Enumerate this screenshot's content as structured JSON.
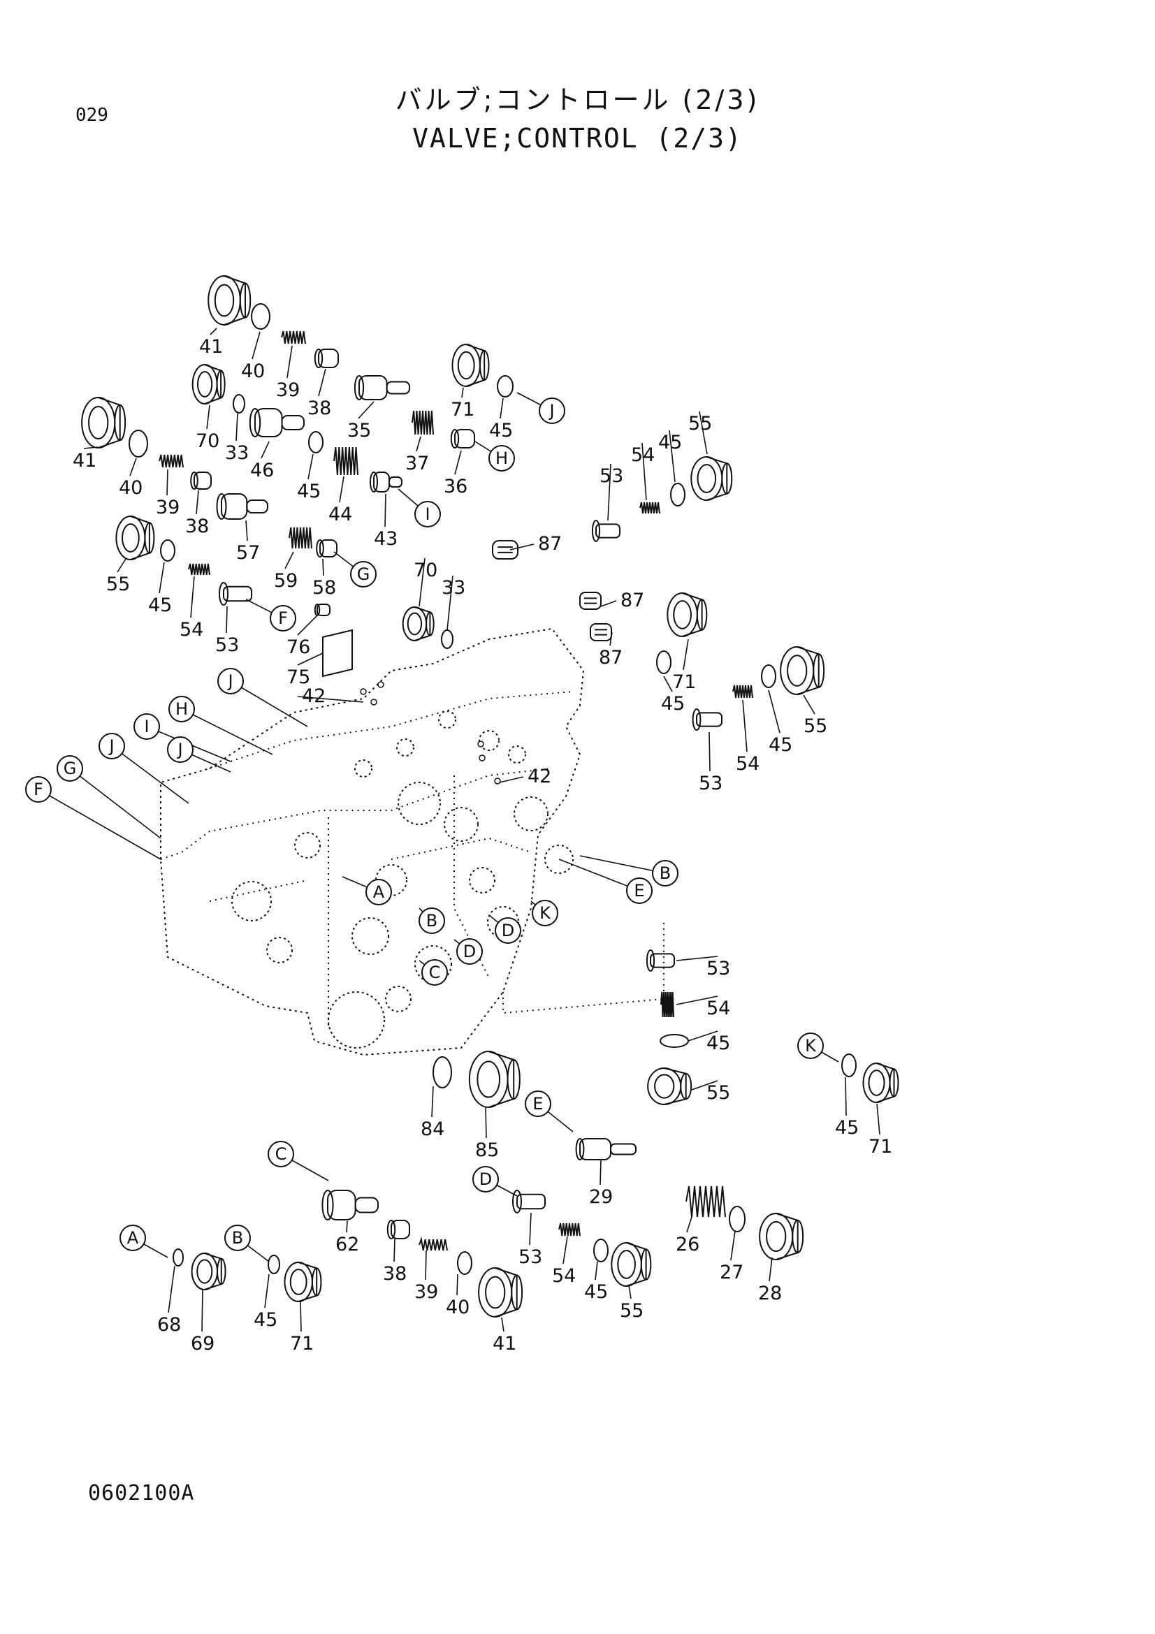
{
  "page_number": "029",
  "title_jp": "バルブ;コントロール (2/3)",
  "title_en": "VALVE;CONTROL (2/3)",
  "drawing_code": "0602100A",
  "part_labels": [
    {
      "id": "p41a",
      "text": "41"
    },
    {
      "id": "p40a",
      "text": "40"
    },
    {
      "id": "p39a",
      "text": "39"
    },
    {
      "id": "p38a",
      "text": "38"
    },
    {
      "id": "p35",
      "text": "35"
    },
    {
      "id": "p71a",
      "text": "71"
    },
    {
      "id": "p45a",
      "text": "45"
    },
    {
      "id": "p70a",
      "text": "70"
    },
    {
      "id": "p33a",
      "text": "33"
    },
    {
      "id": "p46",
      "text": "46"
    },
    {
      "id": "p45b",
      "text": "45"
    },
    {
      "id": "p37",
      "text": "37"
    },
    {
      "id": "p36",
      "text": "36"
    },
    {
      "id": "p41b",
      "text": "41"
    },
    {
      "id": "p40b",
      "text": "40"
    },
    {
      "id": "p39b",
      "text": "39"
    },
    {
      "id": "p38b",
      "text": "38"
    },
    {
      "id": "p57",
      "text": "57"
    },
    {
      "id": "p44",
      "text": "44"
    },
    {
      "id": "p43",
      "text": "43"
    },
    {
      "id": "p59",
      "text": "59"
    },
    {
      "id": "p58",
      "text": "58"
    },
    {
      "id": "p55a",
      "text": "55"
    },
    {
      "id": "p45c",
      "text": "45"
    },
    {
      "id": "p54a",
      "text": "54"
    },
    {
      "id": "p53a",
      "text": "53"
    },
    {
      "id": "p76",
      "text": "76"
    },
    {
      "id": "p75",
      "text": "75"
    },
    {
      "id": "p53b",
      "text": "53"
    },
    {
      "id": "p54b",
      "text": "54"
    },
    {
      "id": "p45d",
      "text": "45"
    },
    {
      "id": "p55b",
      "text": "55"
    },
    {
      "id": "p87a",
      "text": "87"
    },
    {
      "id": "p70b",
      "text": "70"
    },
    {
      "id": "p33b",
      "text": "33"
    },
    {
      "id": "p87b",
      "text": "87"
    },
    {
      "id": "p87c",
      "text": "87"
    },
    {
      "id": "p71b",
      "text": "71"
    },
    {
      "id": "p45e",
      "text": "45"
    },
    {
      "id": "p42a",
      "text": "42"
    },
    {
      "id": "p42b",
      "text": "42"
    },
    {
      "id": "p55c",
      "text": "55"
    },
    {
      "id": "p45f",
      "text": "45"
    },
    {
      "id": "p54c",
      "text": "54"
    },
    {
      "id": "p53c",
      "text": "53"
    },
    {
      "id": "p53d",
      "text": "53"
    },
    {
      "id": "p54d",
      "text": "54"
    },
    {
      "id": "p45g",
      "text": "45"
    },
    {
      "id": "p55d",
      "text": "55"
    },
    {
      "id": "p45h",
      "text": "45"
    },
    {
      "id": "p71c",
      "text": "71"
    },
    {
      "id": "p84",
      "text": "84"
    },
    {
      "id": "p85",
      "text": "85"
    },
    {
      "id": "p29",
      "text": "29"
    },
    {
      "id": "p26",
      "text": "26"
    },
    {
      "id": "p27",
      "text": "27"
    },
    {
      "id": "p28",
      "text": "28"
    },
    {
      "id": "p62",
      "text": "62"
    },
    {
      "id": "p38c",
      "text": "38"
    },
    {
      "id": "p39c",
      "text": "39"
    },
    {
      "id": "p40c",
      "text": "40"
    },
    {
      "id": "p41c",
      "text": "41"
    },
    {
      "id": "p53e",
      "text": "53"
    },
    {
      "id": "p54e",
      "text": "54"
    },
    {
      "id": "p45i",
      "text": "45"
    },
    {
      "id": "p55e",
      "text": "55"
    },
    {
      "id": "p68",
      "text": "68"
    },
    {
      "id": "p69",
      "text": "69"
    },
    {
      "id": "p45j",
      "text": "45"
    },
    {
      "id": "p71d",
      "text": "71"
    }
  ],
  "callouts": [
    {
      "id": "cJ1",
      "text": "J"
    },
    {
      "id": "cH1",
      "text": "H"
    },
    {
      "id": "cI1",
      "text": "I"
    },
    {
      "id": "cG1",
      "text": "G"
    },
    {
      "id": "cF1",
      "text": "F"
    },
    {
      "id": "cJ2",
      "text": "J"
    },
    {
      "id": "cH2",
      "text": "H"
    },
    {
      "id": "cI2",
      "text": "I"
    },
    {
      "id": "cJ3",
      "text": "J"
    },
    {
      "id": "cJ4",
      "text": "J"
    },
    {
      "id": "cG2",
      "text": "G"
    },
    {
      "id": "cF2",
      "text": "F"
    },
    {
      "id": "cA1",
      "text": "A"
    },
    {
      "id": "cB1",
      "text": "B"
    },
    {
      "id": "cE1",
      "text": "E"
    },
    {
      "id": "cB2",
      "text": "B"
    },
    {
      "id": "cD1",
      "text": "D"
    },
    {
      "id": "cK1",
      "text": "K"
    },
    {
      "id": "cD2",
      "text": "D"
    },
    {
      "id": "cC1",
      "text": "C"
    },
    {
      "id": "cK2",
      "text": "K"
    },
    {
      "id": "cE2",
      "text": "E"
    },
    {
      "id": "cC2",
      "text": "C"
    },
    {
      "id": "cD3",
      "text": "D"
    },
    {
      "id": "cA2",
      "text": "A"
    },
    {
      "id": "cB3",
      "text": "B"
    }
  ]
}
